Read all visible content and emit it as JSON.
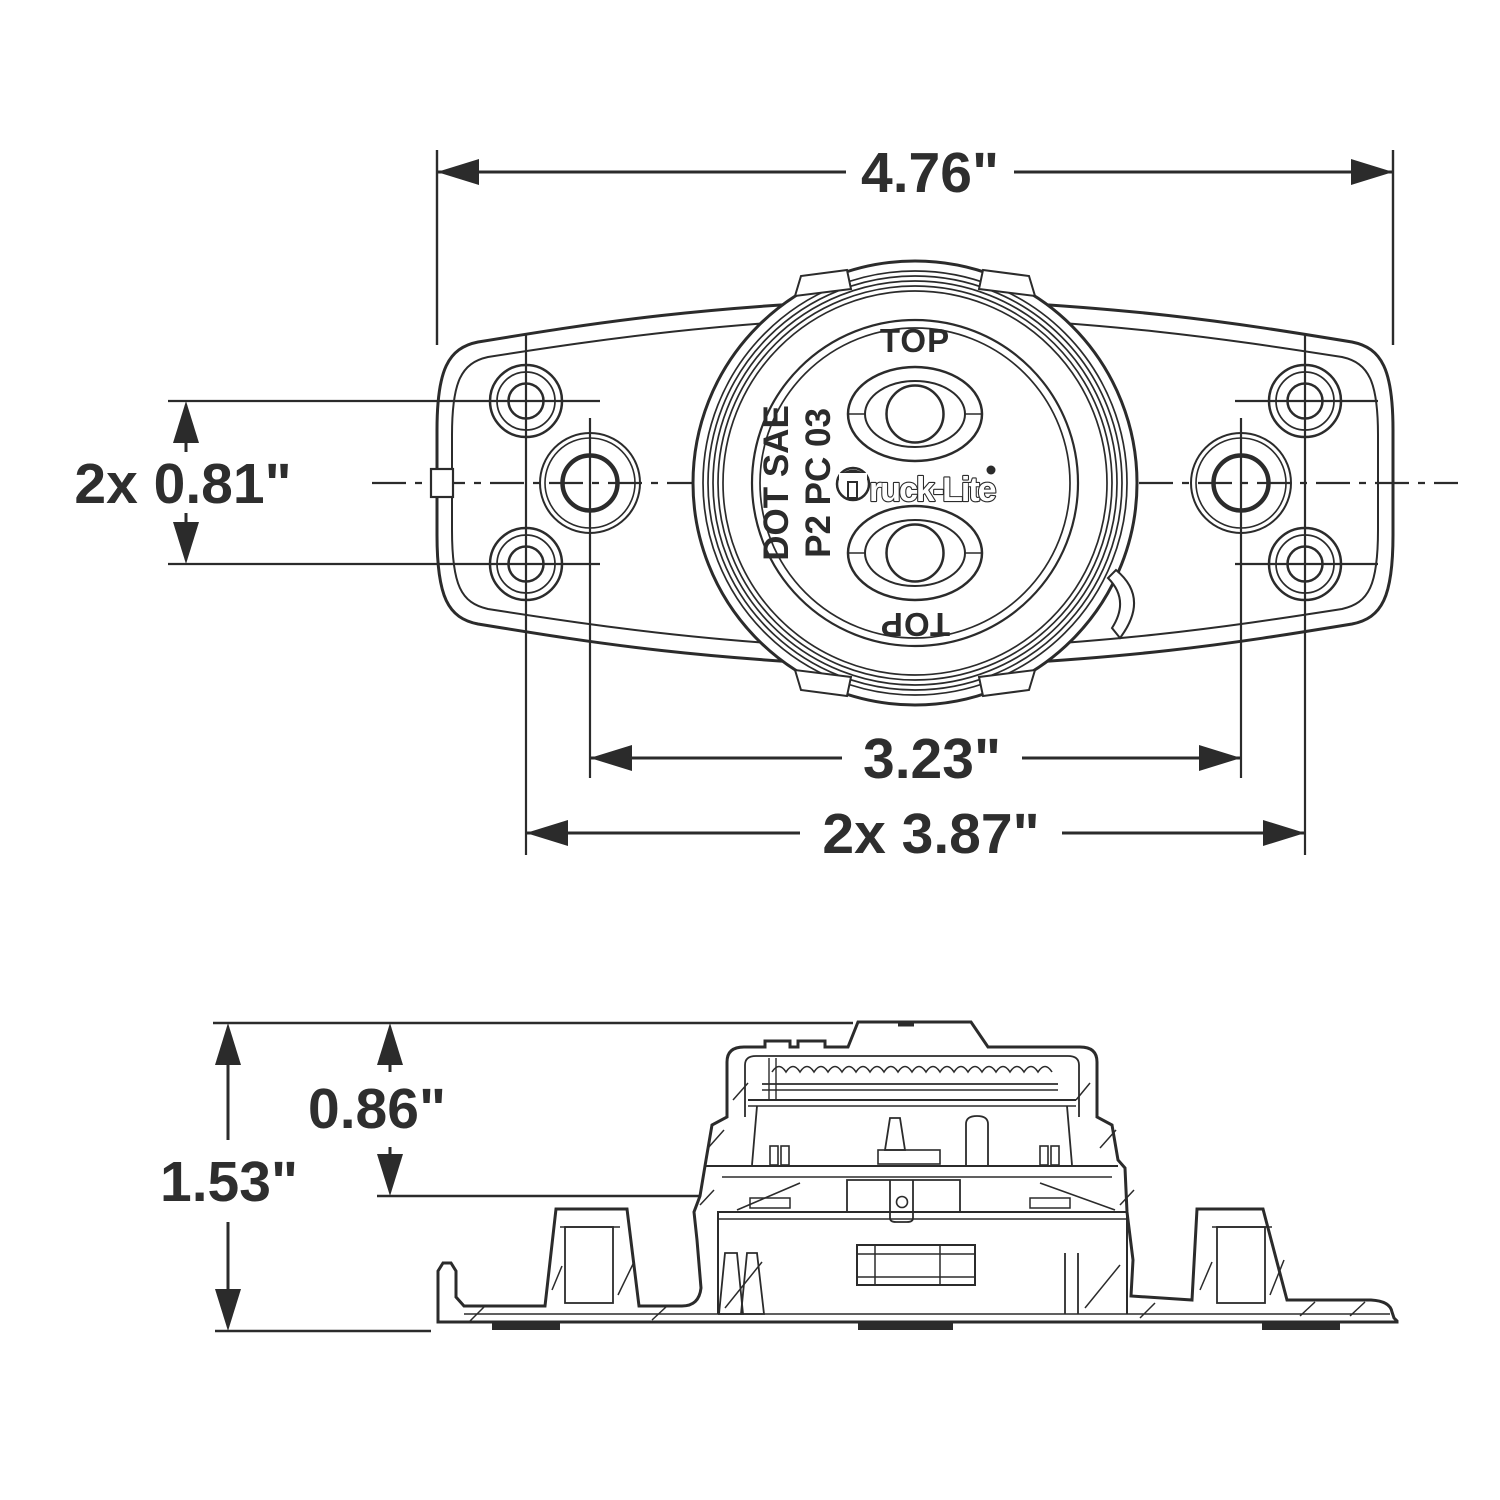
{
  "drawing": {
    "type": "technical-dimension-drawing",
    "ink_color": "#2b2b2b",
    "paper_color": "#ffffff",
    "top_view": {
      "dim_overall_width": "4.76\"",
      "dim_hole_vertical_spacing": "2x 0.81\"",
      "dim_inner_hole_spacing": "3.23\"",
      "dim_outer_hole_spacing": "2x 3.87\"",
      "lens_top_marking": "TOP",
      "lens_bottom_marking": "TOP",
      "lens_cert_line1": "DOT SAE",
      "lens_cert_line2": "P2 PC 03",
      "brand_initial": "T",
      "brand_remainder": "ruck-Lite"
    },
    "side_view": {
      "dim_overall_height": "1.53\"",
      "dim_body_height": "0.86\""
    }
  }
}
